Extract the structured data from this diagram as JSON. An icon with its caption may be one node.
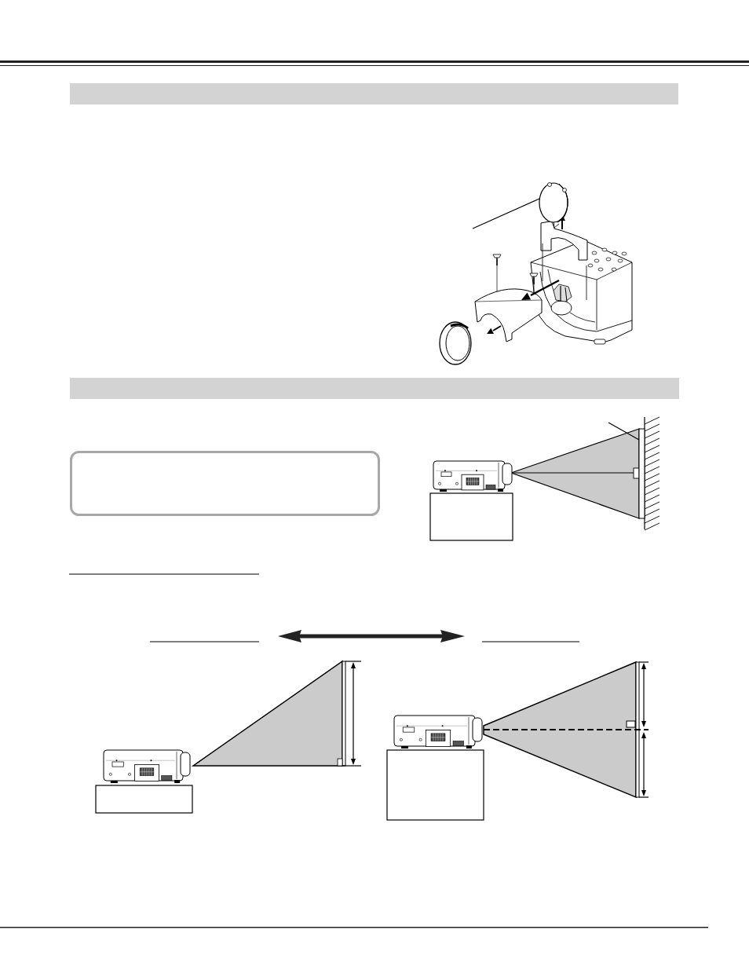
{
  "diagram": {
    "nodes": [
      {
        "text": [],
        "shape": "bar"
      },
      {
        "text": [],
        "shape": "picture"
      },
      {
        "text": [],
        "shape": "bar"
      },
      {
        "text": [],
        "shape": "box"
      },
      {
        "text": [],
        "shape": "bar"
      }
    ],
    "edges": [
      {
        "from": null,
        "to": 1,
        "arrow": "none"
      },
      {
        "from": null,
        "to": 4,
        "arrow": "none"
      }
    ]
  }
}
